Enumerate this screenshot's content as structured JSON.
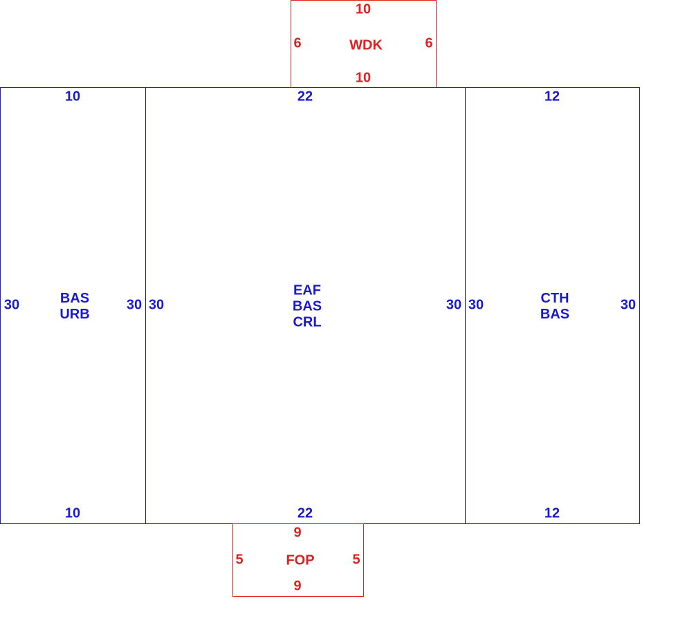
{
  "colors": {
    "main_area": "#1a1acc",
    "addition": "#dd2222"
  },
  "areas": {
    "wdk": {
      "codes": [
        "WDK"
      ],
      "top": "10",
      "bottom": "10",
      "left": "6",
      "right": "6"
    },
    "left": {
      "codes": [
        "BAS",
        "URB"
      ],
      "top": "10",
      "bottom": "10",
      "left": "30",
      "right": "30"
    },
    "center": {
      "codes": [
        "EAF",
        "BAS",
        "CRL"
      ],
      "top": "22",
      "bottom": "22",
      "left": "30",
      "right": "30"
    },
    "right": {
      "codes": [
        "CTH",
        "BAS"
      ],
      "top": "12",
      "bottom": "12",
      "left": "30",
      "right": "30"
    },
    "fop": {
      "codes": [
        "FOP"
      ],
      "top": "9",
      "bottom": "9",
      "left": "5",
      "right": "5"
    }
  }
}
